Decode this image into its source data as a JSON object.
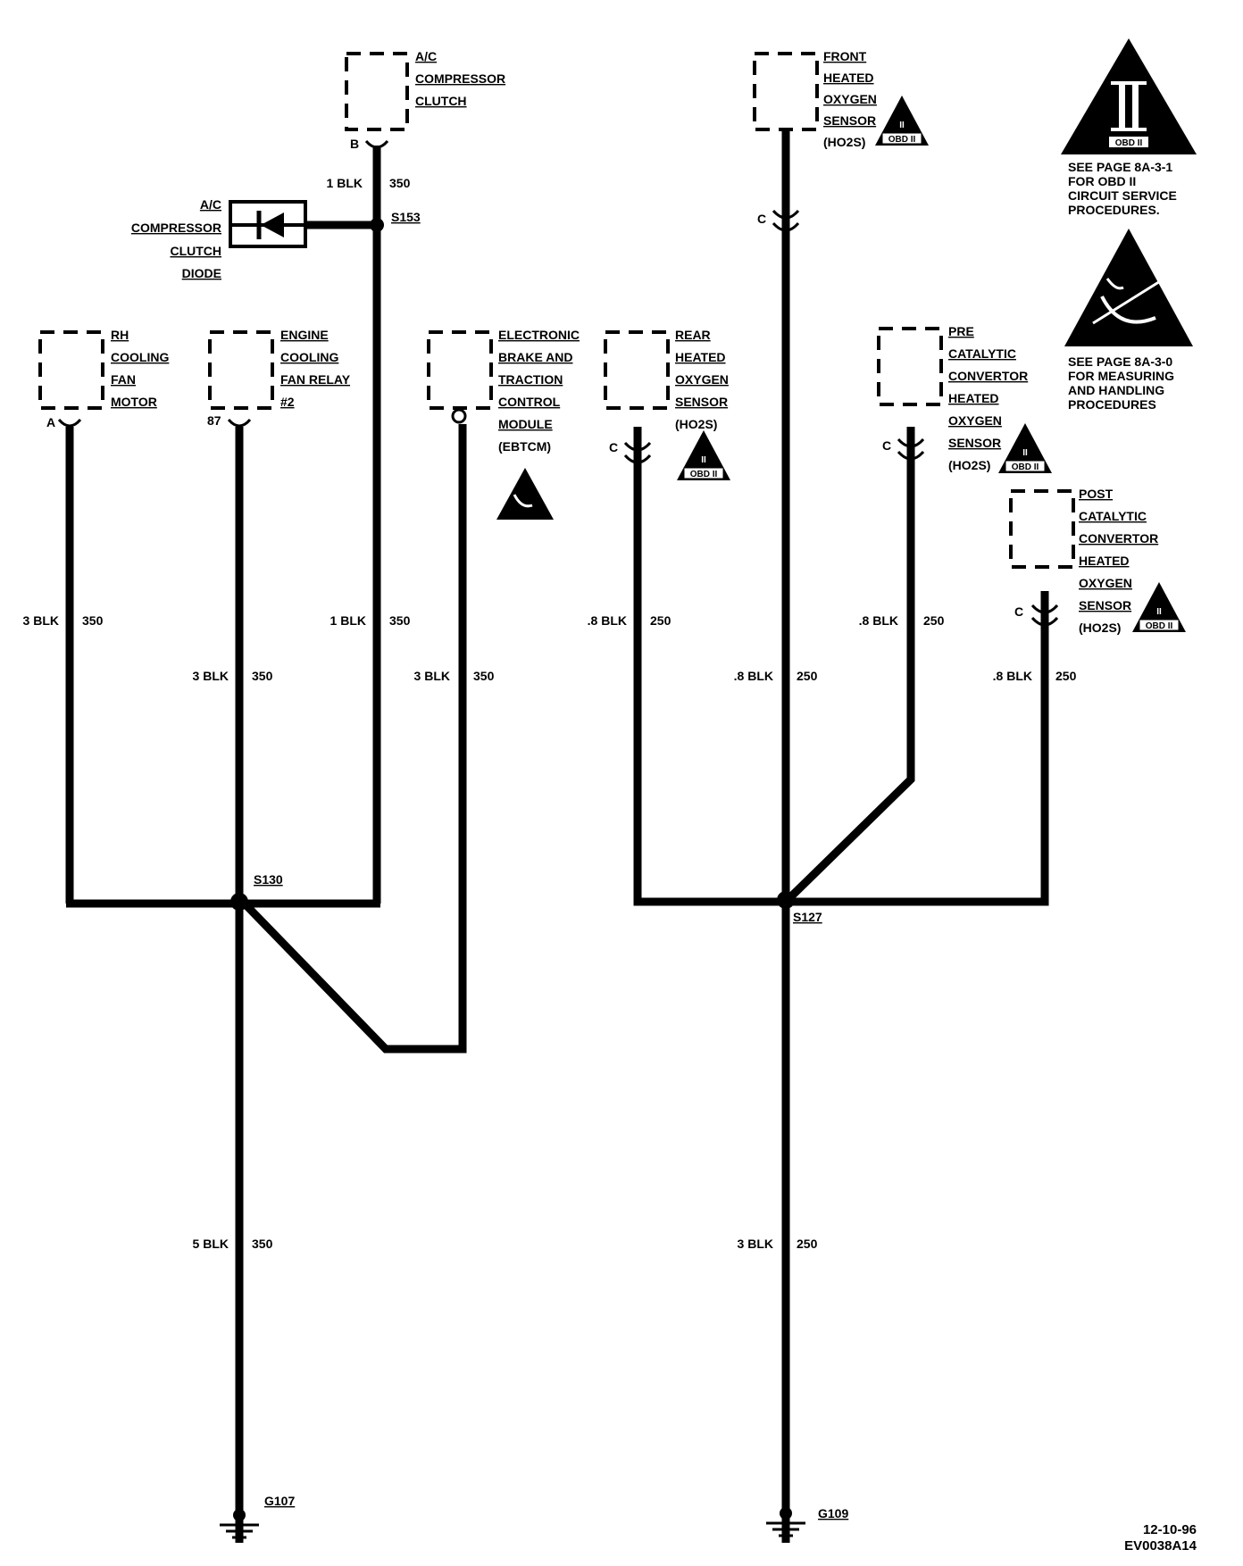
{
  "components": {
    "ac_clutch": {
      "lines": [
        "A/C",
        "COMPRESSOR",
        "CLUTCH"
      ],
      "pin": "B"
    },
    "front_ho2s": {
      "lines": [
        "FRONT",
        "HEATED",
        "OXYGEN",
        "SENSOR",
        "(HO2S)"
      ],
      "pin": "C"
    },
    "ac_diode": {
      "lines": [
        "A/C",
        "COMPRESSOR",
        "CLUTCH",
        "DIODE"
      ]
    },
    "rh_fan": {
      "lines": [
        "RH",
        "COOLING",
        "FAN",
        "MOTOR"
      ],
      "pin": "A"
    },
    "fan_relay": {
      "lines": [
        "ENGINE",
        "COOLING",
        "FAN RELAY",
        "#2"
      ],
      "pin": "87"
    },
    "ebtcm": {
      "lines": [
        "ELECTRONIC",
        "BRAKE AND",
        "TRACTION",
        "CONTROL",
        "MODULE",
        "(EBTCM)"
      ]
    },
    "rear_ho2s": {
      "lines": [
        "REAR",
        "HEATED",
        "OXYGEN",
        "SENSOR",
        "(HO2S)"
      ],
      "pin": "C"
    },
    "pre_cat_ho2s": {
      "lines": [
        "PRE",
        "CATALYTIC",
        "CONVERTOR",
        "HEATED",
        "OXYGEN",
        "SENSOR",
        "(HO2S)"
      ],
      "pin": "C"
    },
    "post_cat_ho2s": {
      "lines": [
        "POST",
        "CATALYTIC",
        "CONVERTOR",
        "HEATED",
        "OXYGEN",
        "SENSOR",
        "(HO2S)"
      ],
      "pin": "C"
    }
  },
  "wires": {
    "ac_clutch": {
      "size": "1 BLK",
      "circuit": "350"
    },
    "rh_fan": {
      "size": "3 BLK",
      "circuit": "350"
    },
    "fan_relay": {
      "size": "3 BLK",
      "circuit": "350"
    },
    "s153_drop": {
      "size": "1 BLK",
      "circuit": "350"
    },
    "ebtcm": {
      "size": "3 BLK",
      "circuit": "350"
    },
    "g107": {
      "size": "5 BLK",
      "circuit": "350"
    },
    "rear_ho2s": {
      "size": ".8 BLK",
      "circuit": "250"
    },
    "front_ho2s": {
      "size": ".8 BLK",
      "circuit": "250"
    },
    "pre_cat": {
      "size": ".8 BLK",
      "circuit": "250"
    },
    "post_cat": {
      "size": ".8 BLK",
      "circuit": "250"
    },
    "g109": {
      "size": "3 BLK",
      "circuit": "250"
    }
  },
  "splices": {
    "s153": "S153",
    "s130": "S130",
    "s127": "S127"
  },
  "grounds": {
    "g107": "G107",
    "g109": "G109"
  },
  "symbols": {
    "obd_badge": "OBD II",
    "obd_numeral": "II"
  },
  "notes": {
    "obd": [
      "SEE PAGE 8A-3-1",
      "FOR OBD II",
      "CIRCUIT SERVICE",
      "PROCEDURES."
    ],
    "esd": [
      "SEE PAGE 8A-3-0",
      "FOR MEASURING",
      "AND HANDLING",
      "PROCEDURES"
    ]
  },
  "stamp": {
    "date": "12-10-96",
    "code": "EV0038A14"
  }
}
